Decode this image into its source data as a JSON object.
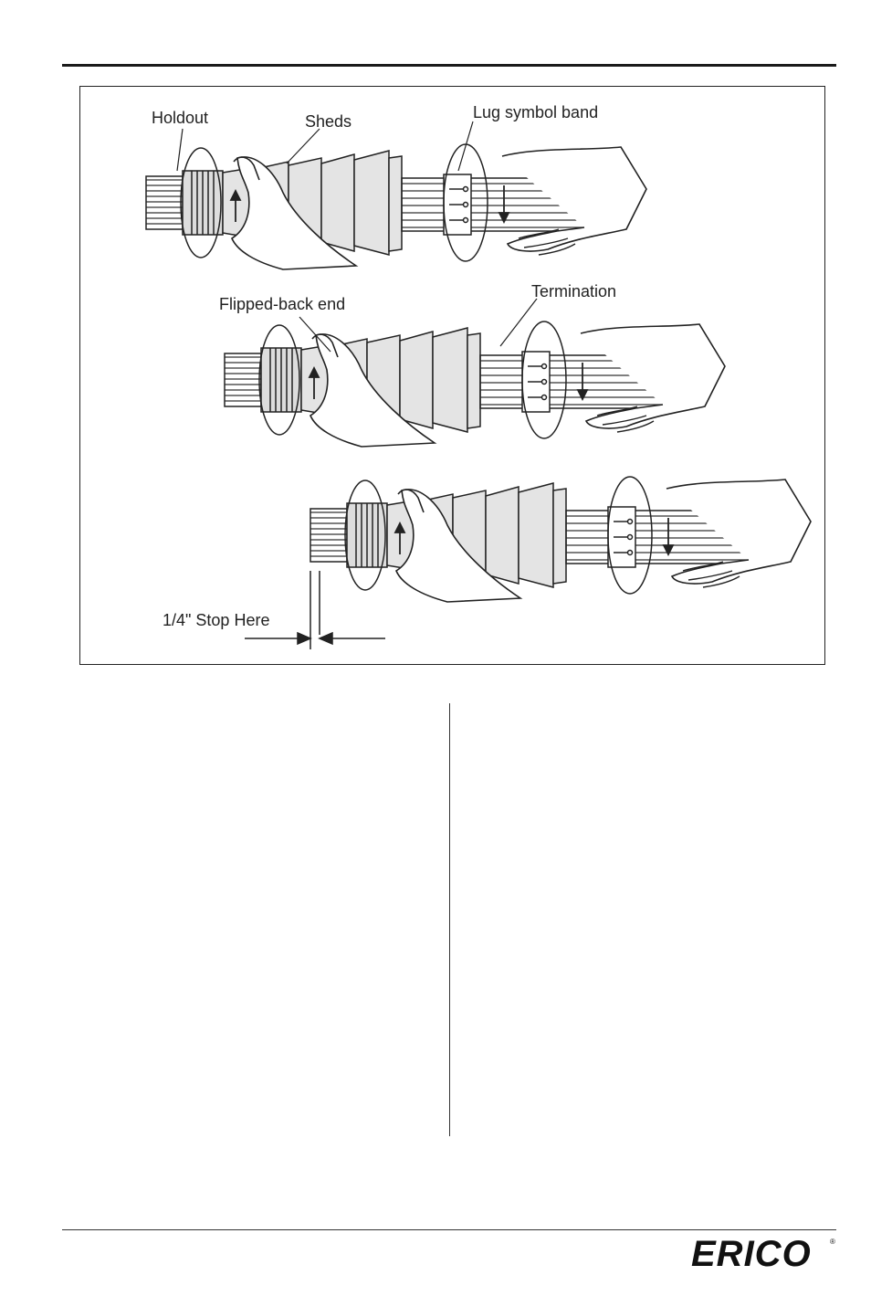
{
  "figure": {
    "labels": {
      "holdout": "Holdout",
      "sheds": "Sheds",
      "lug_symbol_band": "Lug symbol band",
      "flipped_back_end": "Flipped-back end",
      "termination": "Termination",
      "stop_here": "1/4\" Stop Here"
    }
  },
  "footer": {
    "logo_text": "ERICO",
    "logo_mark": "®"
  }
}
